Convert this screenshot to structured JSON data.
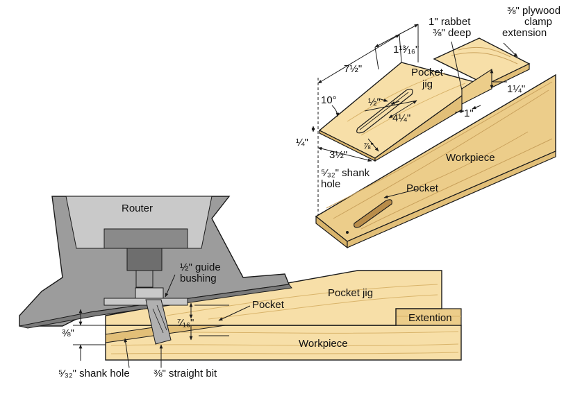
{
  "colors": {
    "wood_light": "#f7dfa8",
    "wood_mid": "#eccd8a",
    "wood_dark": "#d9b46b",
    "wood_grain": "#c9a15c",
    "router_body": "#9c9c9c",
    "router_light": "#c9c9c9",
    "router_dark": "#6e6e6e",
    "line": "#1a1a1a"
  },
  "iso_view": {
    "dim_rabbet_1": "1\" rabbet",
    "dim_rabbet_2": "⅜\" deep",
    "dim_plywood_1": "⅜\" plywood",
    "dim_plywood_2": "clamp",
    "dim_plywood_3": "extension",
    "dim_length": "7½\"",
    "dim_rabbet_offset": "1¹³⁄₁₆\"",
    "jig_label_1": "Pocket",
    "jig_label_2": "jig",
    "dim_angle": "10°",
    "dim_slot_width": "½\"",
    "dim_slot_length": "4¼\"",
    "dim_end_offset": "⅞\"",
    "dim_height": "¼\"",
    "dim_width": "3½\"",
    "dim_tongue_height": "1¼\"",
    "dim_tongue_width": "1\"",
    "workpiece_label": "Workpiece",
    "shank_1": "⁵⁄₃₂\" shank",
    "shank_2": "hole",
    "pocket_label": "Pocket"
  },
  "section_view": {
    "router_label": "Router",
    "bushing_1": "½\" guide",
    "bushing_2": "bushing",
    "pocket_label": "Pocket",
    "jig_label": "Pocket jig",
    "extension_label": "Extention",
    "workpiece_label": "Workpiece",
    "dim_depth": "⅜\"",
    "dim_pocket": "⁷⁄₁₆\"",
    "shank_hole": "⁵⁄₃₂\" shank hole",
    "bit_label": "⅜\" straight bit"
  }
}
